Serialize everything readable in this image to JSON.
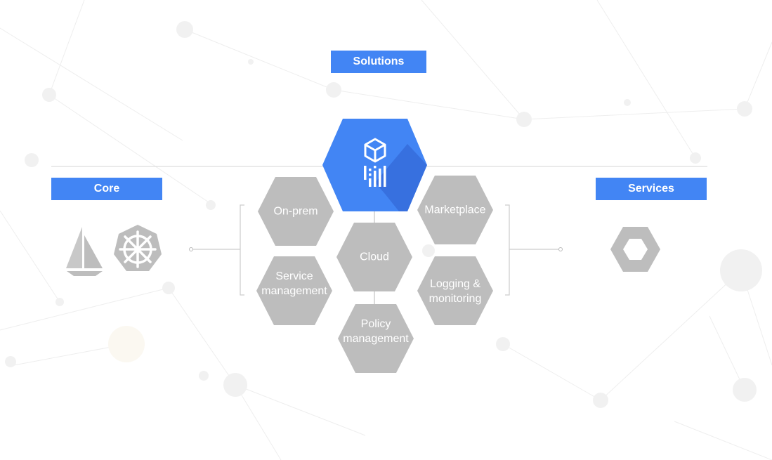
{
  "labels": {
    "solutions": "Solutions",
    "core": "Core",
    "services": "Services"
  },
  "hexagons": {
    "on_prem": "On-prem",
    "marketplace": "Marketplace",
    "cloud": "Cloud",
    "service_management": "Service\nmanagement",
    "logging_monitoring": "Logging &\nmonitoring",
    "policy_management": "Policy\nmanagement"
  },
  "icons": {
    "center": "anthos-cube-icon",
    "core_1": "istio-sail-icon",
    "core_2": "kubernetes-helm-icon",
    "services": "gcp-hexagon-icon"
  },
  "colors": {
    "accent": "#4285f4",
    "accent_dark": "#3367d6",
    "hexagon_gray": "#bdbdbd",
    "line_gray": "#d6d6d6",
    "text_on_hex": "#ffffff"
  }
}
